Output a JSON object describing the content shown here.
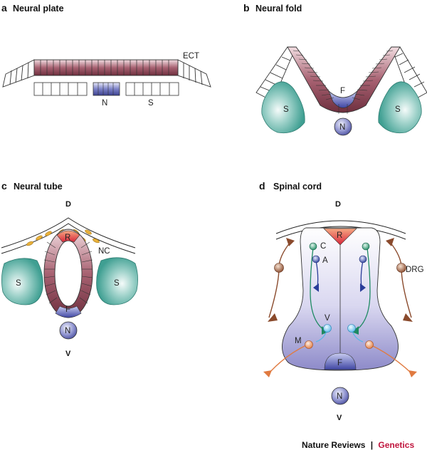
{
  "colors": {
    "brand_accent": "#c0143c",
    "muscle": "#8e4a5a",
    "somite": "#3f9f92",
    "notochord": "#5a5fae",
    "roof_plate": "#d8453a",
    "commissural": "#1e8a62",
    "association": "#2a3d9a",
    "ventral_interneuron": "#58b7e8",
    "motor_neuron": "#e07a40",
    "drg": "#8a4a2c"
  },
  "panels": {
    "a": {
      "letter": "a",
      "title": "Neural plate",
      "labels": {
        "ect": "ECT",
        "n": "N",
        "s": "S"
      }
    },
    "b": {
      "letter": "b",
      "title": "Neural fold",
      "labels": {
        "f": "F",
        "n": "N",
        "s_left": "S",
        "s_right": "S"
      }
    },
    "c": {
      "letter": "c",
      "title": "Neural tube",
      "labels": {
        "d": "D",
        "v": "V",
        "r": "R",
        "nc": "NC",
        "f": "F",
        "n": "N",
        "s_left": "S",
        "s_right": "S"
      }
    },
    "d": {
      "letter": "d",
      "title": "Spinal cord",
      "labels": {
        "d": "D",
        "v": "V",
        "r": "R",
        "c": "C",
        "a": "A",
        "vi": "V",
        "m": "M",
        "drg": "DRG",
        "f": "F",
        "n": "N"
      }
    }
  },
  "footer": {
    "journal": "Nature Reviews",
    "separator": "|",
    "section": "Genetics"
  }
}
